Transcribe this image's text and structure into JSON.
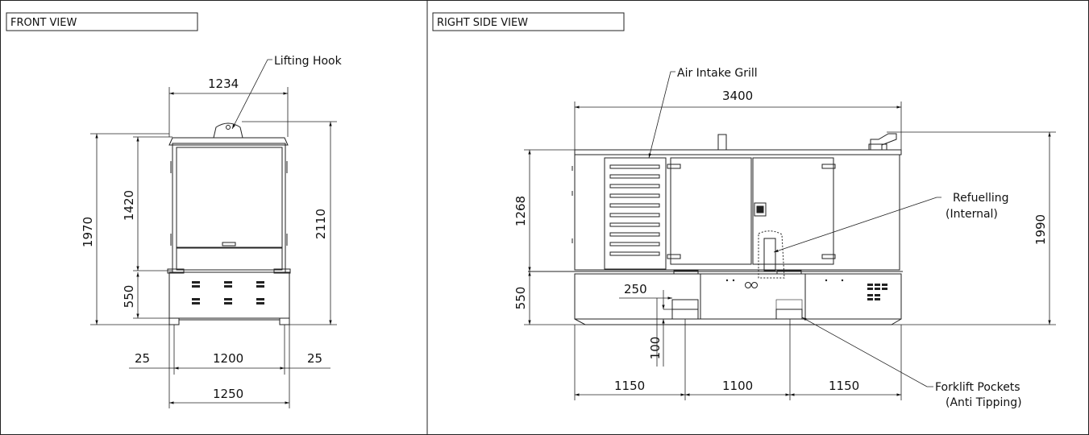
{
  "front_view": {
    "title": "FRONT VIEW",
    "callout_lifting_hook": "Lifting Hook",
    "dims": {
      "top_width": "1234",
      "overall_height": "1970",
      "canopy_height": "1420",
      "total_height": "2110",
      "base_height": "550",
      "left_offset": "25",
      "inner_width": "1200",
      "right_offset": "25",
      "base_width": "1250"
    }
  },
  "side_view": {
    "title": "RIGHT SIDE VIEW",
    "callout_air_intake": "Air Intake Grill",
    "callout_refuelling_1": "Refuelling",
    "callout_refuelling_2": "(Internal)",
    "callout_forklift_1": "Forklift Pockets",
    "callout_forklift_2": "(Anti Tipping)",
    "dims": {
      "overall_length": "3400",
      "canopy_height": "1268",
      "base_height": "550",
      "total_height": "1990",
      "pocket_offset": "250",
      "pocket_height": "100",
      "seg_left": "1150",
      "seg_mid": "1100",
      "seg_right": "1150"
    }
  }
}
